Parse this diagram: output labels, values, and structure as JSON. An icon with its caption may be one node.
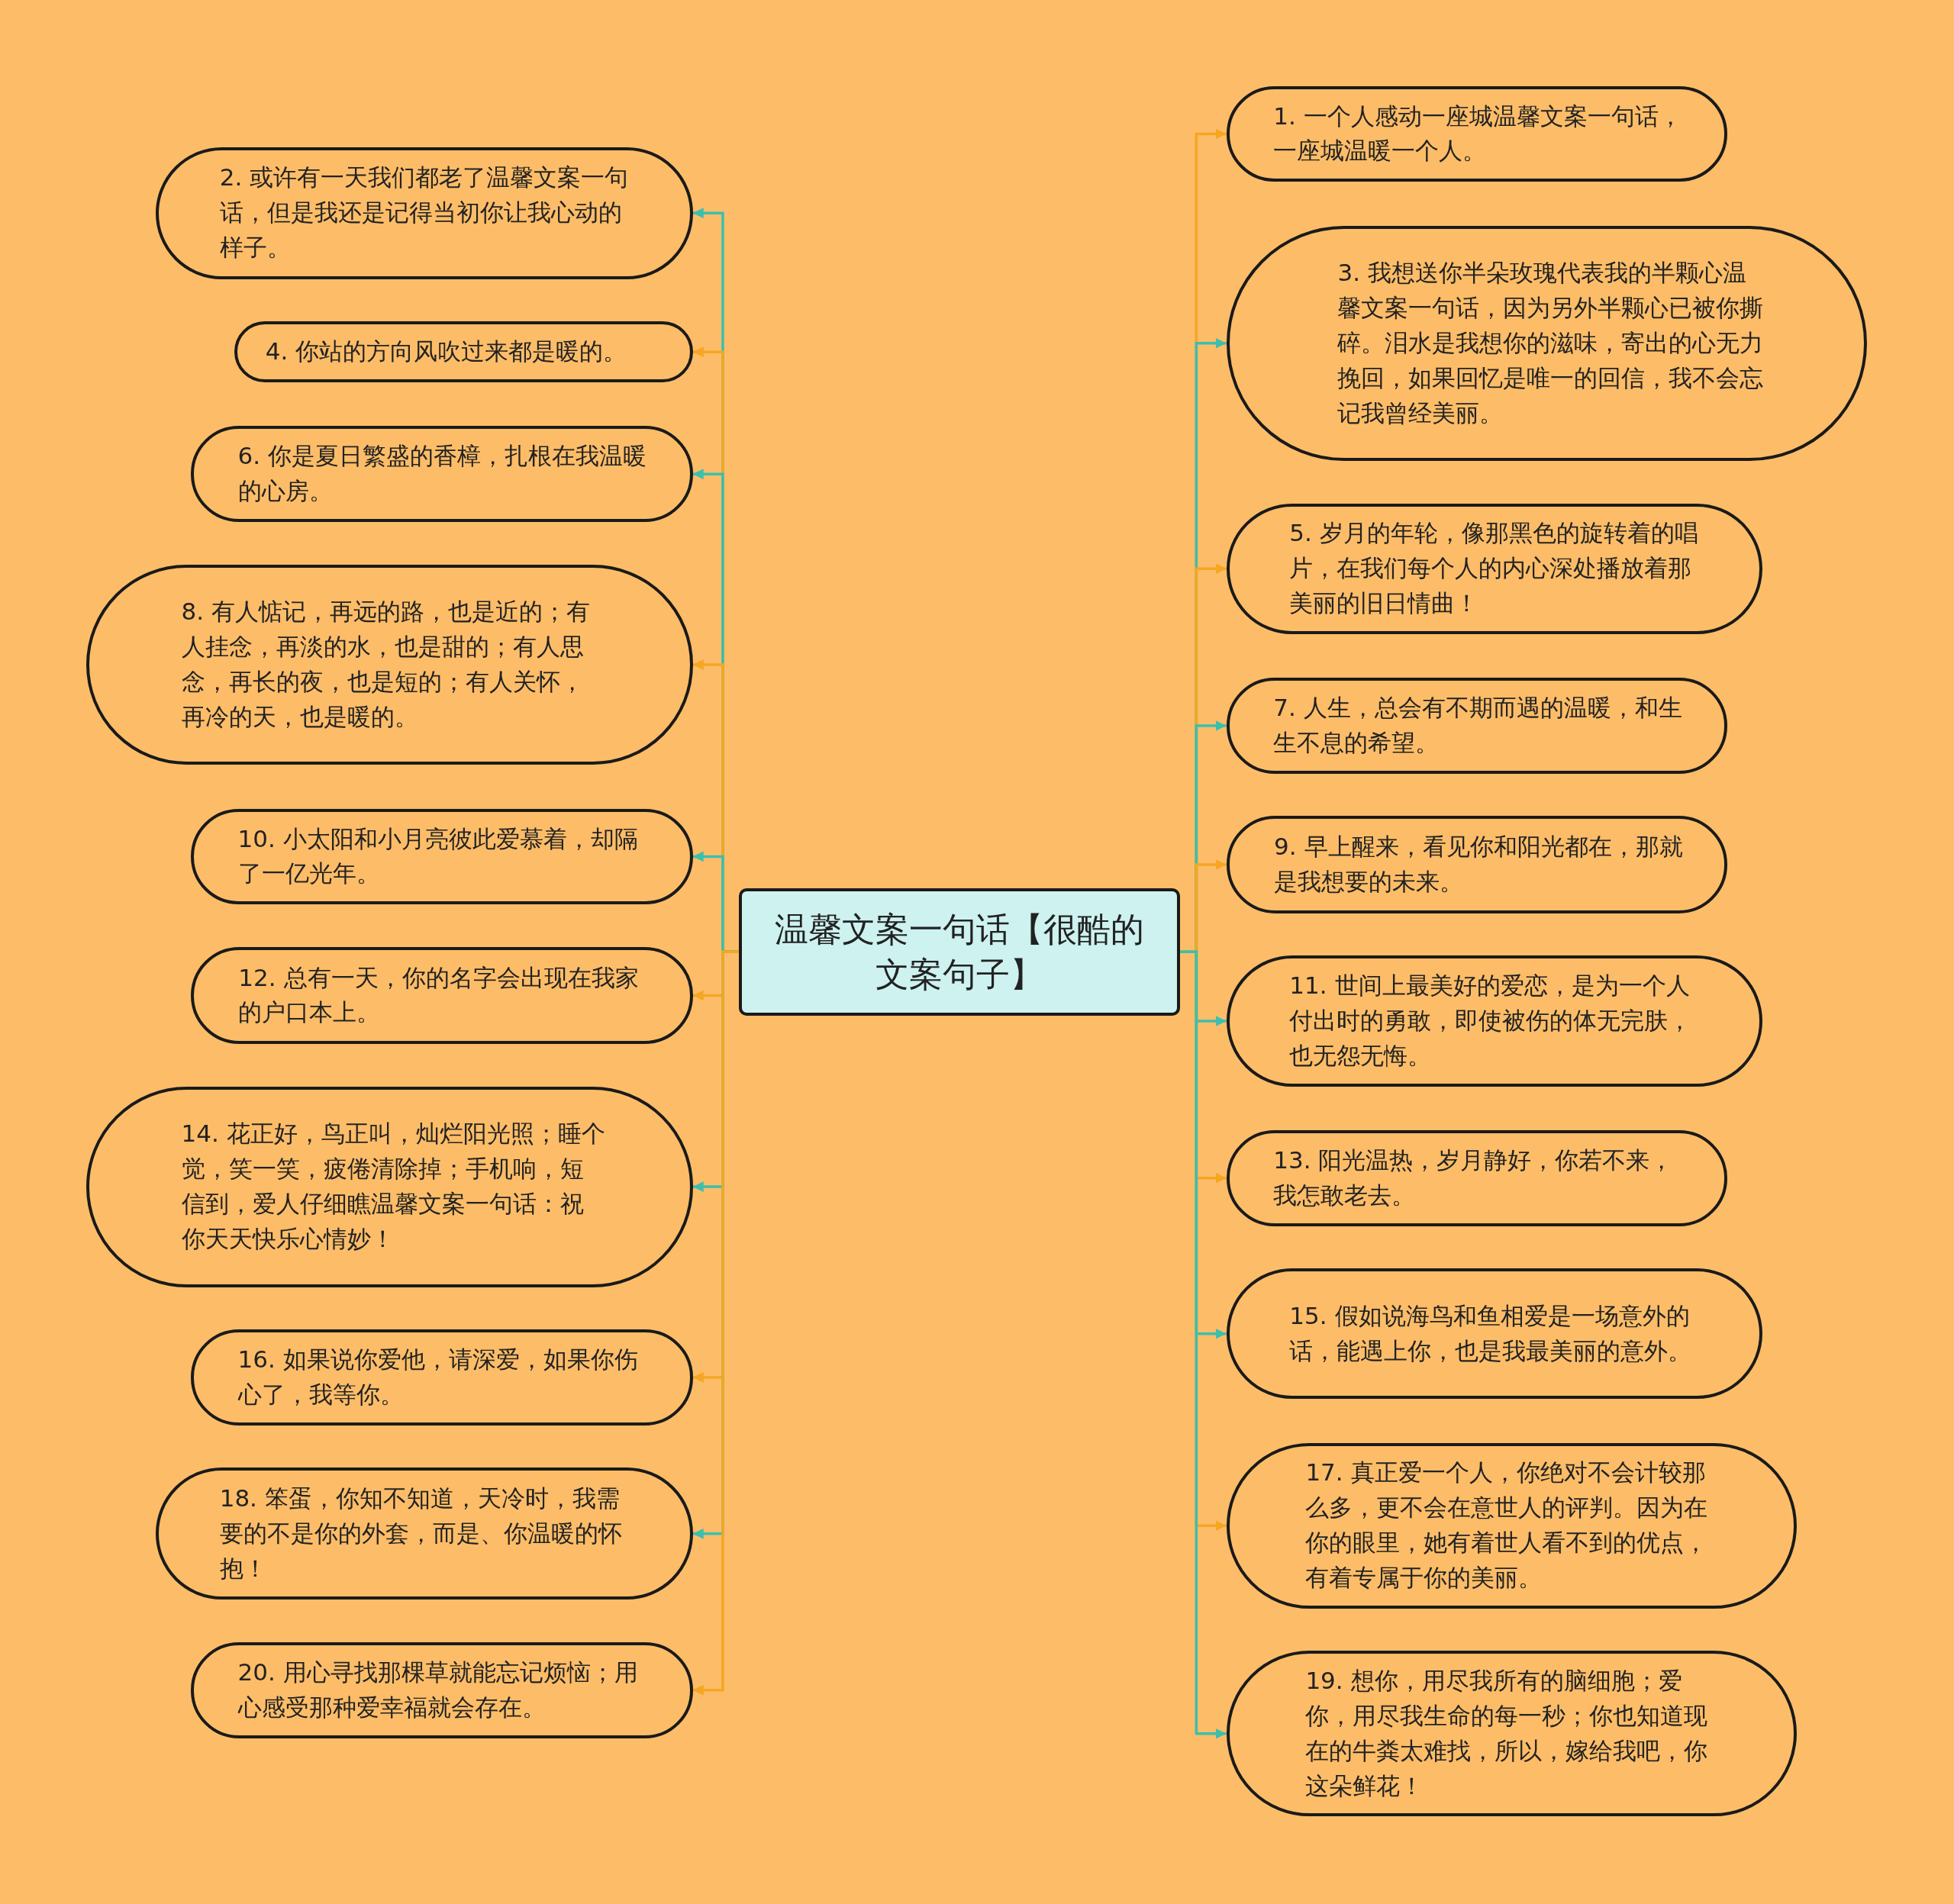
{
  "diagram": {
    "nodes": [
      {
        "text": [
          "温馨文案一句话【很酷的文案句子】"
        ]
      },
      {
        "text": [
          "1. 一个人感动一座城温馨文案一句话，一座城温暖一个人。"
        ]
      },
      {
        "text": [
          "2. 或许有一天我们都老了温馨文案一句话，但是我还是记得当初你让我心动的样子。"
        ]
      },
      {
        "text": [
          "3. 我想送你半朵玫瑰代表我的半颗心温馨文案一句话，因为另外半颗心已被你撕碎。泪水是我想你的滋味，寄出的心无力挽回，如果回忆是唯一的回信，我不会忘记我曾经美丽。"
        ]
      },
      {
        "text": [
          "4. 你站的方向风吹过来都是暖的。"
        ]
      },
      {
        "text": [
          "5. 岁月的年轮，像那黑色的旋转着的唱片，在我们每个人的内心深处播放着那美丽的旧日情曲！"
        ]
      },
      {
        "text": [
          "6. 你是夏日繁盛的香樟，扎根在我温暖的心房。"
        ]
      },
      {
        "text": [
          "7. 人生，总会有不期而遇的温暖，和生生不息的希望。"
        ]
      },
      {
        "text": [
          "8. 有人惦记，再远的路，也是近的；有人挂念，再淡的水，也是甜的；有人思念，再长的夜，也是短的；有人关怀，再冷的天，也是暖的。"
        ]
      },
      {
        "text": [
          "9. 早上醒来，看见你和阳光都在，那就是我想要的未来。"
        ]
      },
      {
        "text": [
          "10. 小太阳和小月亮彼此爱慕着，却隔了一亿光年。"
        ]
      },
      {
        "text": [
          "11. 世间上最美好的爱恋，是为一个人付出时的勇敢，即使被伤的体无完肤，也无怨无悔。"
        ]
      },
      {
        "text": [
          "12. 总有一天，你的名字会出现在我家的户口本上。"
        ]
      },
      {
        "text": [
          "13. 阳光温热，岁月静好，你若不来，我怎敢老去。"
        ]
      },
      {
        "text": [
          "14. 花正好，鸟正叫，灿烂阳光照；睡个觉，笑一笑，疲倦清除掉；手机响，短信到，爱人仔细瞧温馨文案一句话：祝你天天快乐心情妙！"
        ]
      },
      {
        "text": [
          "15. 假如说海鸟和鱼相爱是一场意外的话，能遇上你，也是我最美丽的意外。"
        ]
      },
      {
        "text": [
          "16. 如果说你爱他，请深爱，如果你伤心了，我等你。"
        ]
      },
      {
        "text": [
          "17. 真正爱一个人，你绝对不会计较那么多，更不会在意世人的评判。因为在你的眼里，她有着世人看不到的优点，有着专属于你的美丽。"
        ]
      },
      {
        "text": [
          "18. 笨蛋，你知不知道，天冷时，我需要的不是你的外套，而是、你温暖的怀抱！"
        ]
      },
      {
        "text": [
          "19. 想你，用尽我所有的脑细胞；爱你，用尽我生命的每一秒；你也知道现在的牛粪太难找，所以，嫁给我吧，你这朵鲜花！"
        ]
      },
      {
        "text": [
          "20. 用心寻找那棵草就能忘记烦恼；用心感受那种爱幸福就会存在。"
        ]
      }
    ],
    "edges": [
      {
        "from": 0,
        "to": 1,
        "arrow": "to",
        "color": "#f5a623"
      },
      {
        "from": 0,
        "to": 2,
        "arrow": "to",
        "color": "#3cbfae"
      },
      {
        "from": 0,
        "to": 3,
        "arrow": "to",
        "color": "#3cbfae"
      },
      {
        "from": 0,
        "to": 4,
        "arrow": "to",
        "color": "#f5a623"
      },
      {
        "from": 0,
        "to": 5,
        "arrow": "to",
        "color": "#f5a623"
      },
      {
        "from": 0,
        "to": 6,
        "arrow": "to",
        "color": "#3cbfae"
      },
      {
        "from": 0,
        "to": 7,
        "arrow": "to",
        "color": "#3cbfae"
      },
      {
        "from": 0,
        "to": 8,
        "arrow": "to",
        "color": "#f5a623"
      },
      {
        "from": 0,
        "to": 9,
        "arrow": "to",
        "color": "#f5a623"
      },
      {
        "from": 0,
        "to": 10,
        "arrow": "to",
        "color": "#3cbfae"
      },
      {
        "from": 0,
        "to": 11,
        "arrow": "to",
        "color": "#3cbfae"
      },
      {
        "from": 0,
        "to": 12,
        "arrow": "to",
        "color": "#f5a623"
      },
      {
        "from": 0,
        "to": 13,
        "arrow": "to",
        "color": "#f5a623"
      },
      {
        "from": 0,
        "to": 14,
        "arrow": "to",
        "color": "#3cbfae"
      },
      {
        "from": 0,
        "to": 15,
        "arrow": "to",
        "color": "#3cbfae"
      },
      {
        "from": 0,
        "to": 16,
        "arrow": "to",
        "color": "#f5a623"
      },
      {
        "from": 0,
        "to": 17,
        "arrow": "to",
        "color": "#f5a623"
      },
      {
        "from": 0,
        "to": 18,
        "arrow": "to",
        "color": "#3cbfae"
      },
      {
        "from": 0,
        "to": 19,
        "arrow": "to",
        "color": "#3cbfae"
      },
      {
        "from": 0,
        "to": 20,
        "arrow": "to",
        "color": "#f5a623"
      }
    ]
  }
}
